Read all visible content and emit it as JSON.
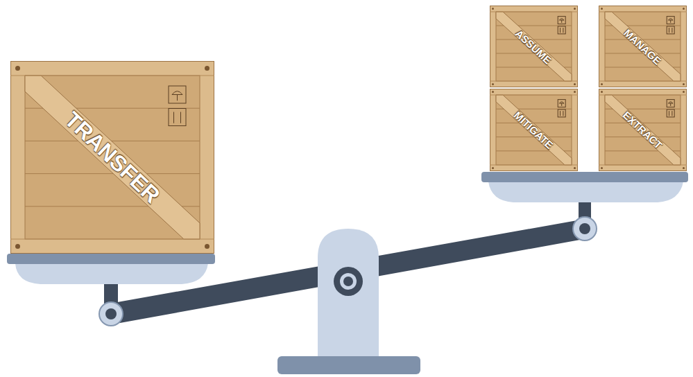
{
  "diagram": {
    "nodes": [
      {
        "text": [
          "TRANSFER"
        ]
      },
      {
        "text": [
          "ASSUME"
        ]
      },
      {
        "text": [
          "MANAGE"
        ]
      },
      {
        "text": [
          "MITIGATE"
        ]
      },
      {
        "text": [
          "EXTRACT"
        ]
      }
    ]
  }
}
